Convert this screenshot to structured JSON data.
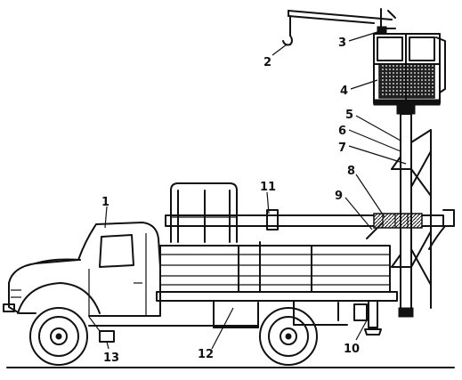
{
  "labels": [
    {
      "id": "1",
      "text": "1"
    },
    {
      "id": "2",
      "text": "2"
    },
    {
      "id": "3",
      "text": "3"
    },
    {
      "id": "4",
      "text": "4"
    },
    {
      "id": "5",
      "text": "5"
    },
    {
      "id": "6",
      "text": "6"
    },
    {
      "id": "7",
      "text": "7"
    },
    {
      "id": "8",
      "text": "8"
    },
    {
      "id": "9",
      "text": "9"
    },
    {
      "id": "10",
      "text": "10"
    },
    {
      "id": "11",
      "text": "11"
    },
    {
      "id": "12",
      "text": "12"
    },
    {
      "id": "13",
      "text": "13"
    }
  ]
}
